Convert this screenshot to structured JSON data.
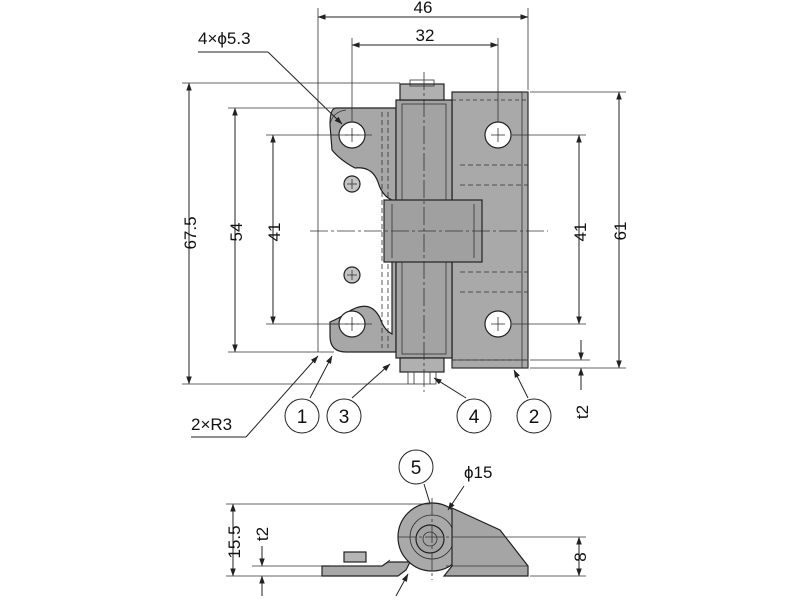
{
  "colors": {
    "part_fill": "#a7a7a7",
    "part_light": "#bdbdbd",
    "part_dark": "#8a8a8a",
    "line": "#222222"
  },
  "dimensions": {
    "overall_width": "46",
    "hole_pitch_horizontal": "32",
    "holes_callout": "4×ϕ5.3",
    "overall_height": "67.5",
    "left_leaf_height": "54",
    "left_hole_pitch_vertical": "41",
    "right_hole_pitch_vertical": "41",
    "right_leaf_height": "61",
    "plate_thickness_front": "t2",
    "corner_radius": "2×R3",
    "knuckle_diameter": "ϕ15",
    "side_total_height": "15.5",
    "plate_thickness_side": "t2",
    "side_right_height": "8"
  },
  "callouts": [
    "1",
    "3",
    "4",
    "2",
    "5"
  ]
}
